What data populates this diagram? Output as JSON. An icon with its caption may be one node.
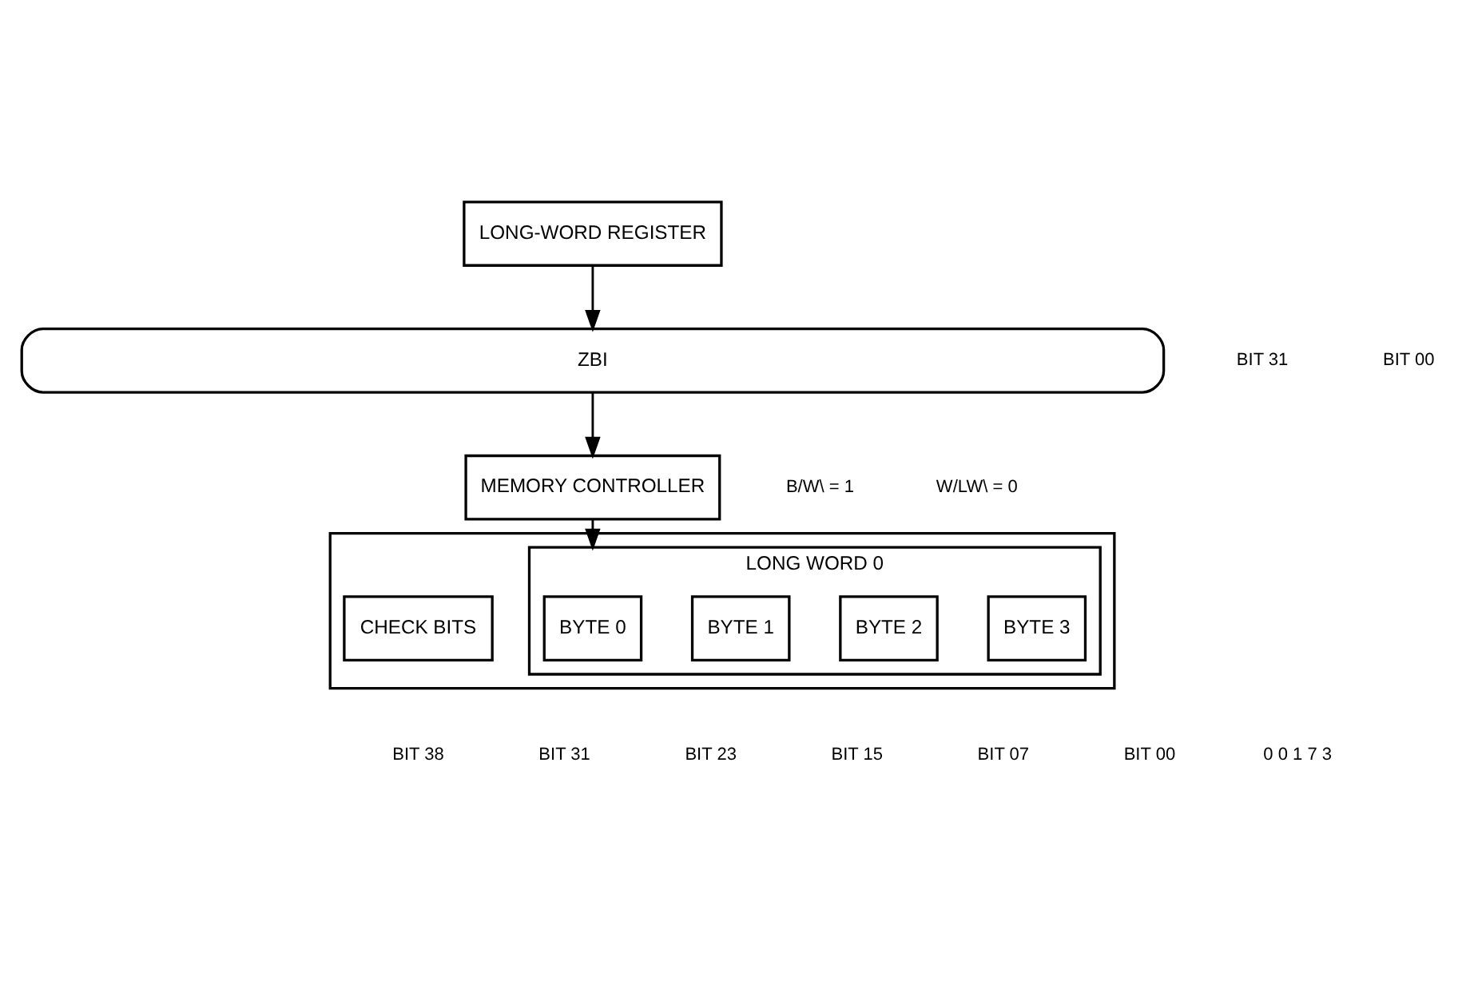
{
  "diagram": {
    "nodes": [
      {
        "text": [
          "LONG-WORD REGISTER"
        ]
      },
      {
        "text": [
          "ZBI"
        ]
      },
      {
        "text": [
          "MEMORY CONTROLLER"
        ]
      },
      {
        "text": [],
        "shape": "box"
      },
      {
        "text": [
          "CHECK BITS"
        ],
        "in": 3
      },
      {
        "text": [
          "LONG WORD 0"
        ],
        "in": 3
      },
      {
        "text": [
          "BYTE 0"
        ],
        "in": 5
      },
      {
        "text": [
          "BYTE 1"
        ],
        "in": 5
      },
      {
        "text": [
          "BYTE 2"
        ],
        "in": 5
      },
      {
        "text": [
          "BYTE 3"
        ],
        "in": 5
      }
    ],
    "edges": [
      {
        "from": 0,
        "to": 1,
        "arrow": "to"
      },
      {
        "from": 1,
        "to": 2,
        "arrow": "to"
      },
      {
        "from": 2,
        "to": 5,
        "arrow": "to"
      }
    ],
    "labels": [
      "BIT 31",
      "BIT 00",
      "B/W\\ = 1",
      "W/LW\\ = 0",
      "BIT 38",
      "BIT 31",
      "BIT 23",
      "BIT 15",
      "BIT 07",
      "BIT 00",
      "0 0 1 7 3"
    ]
  }
}
